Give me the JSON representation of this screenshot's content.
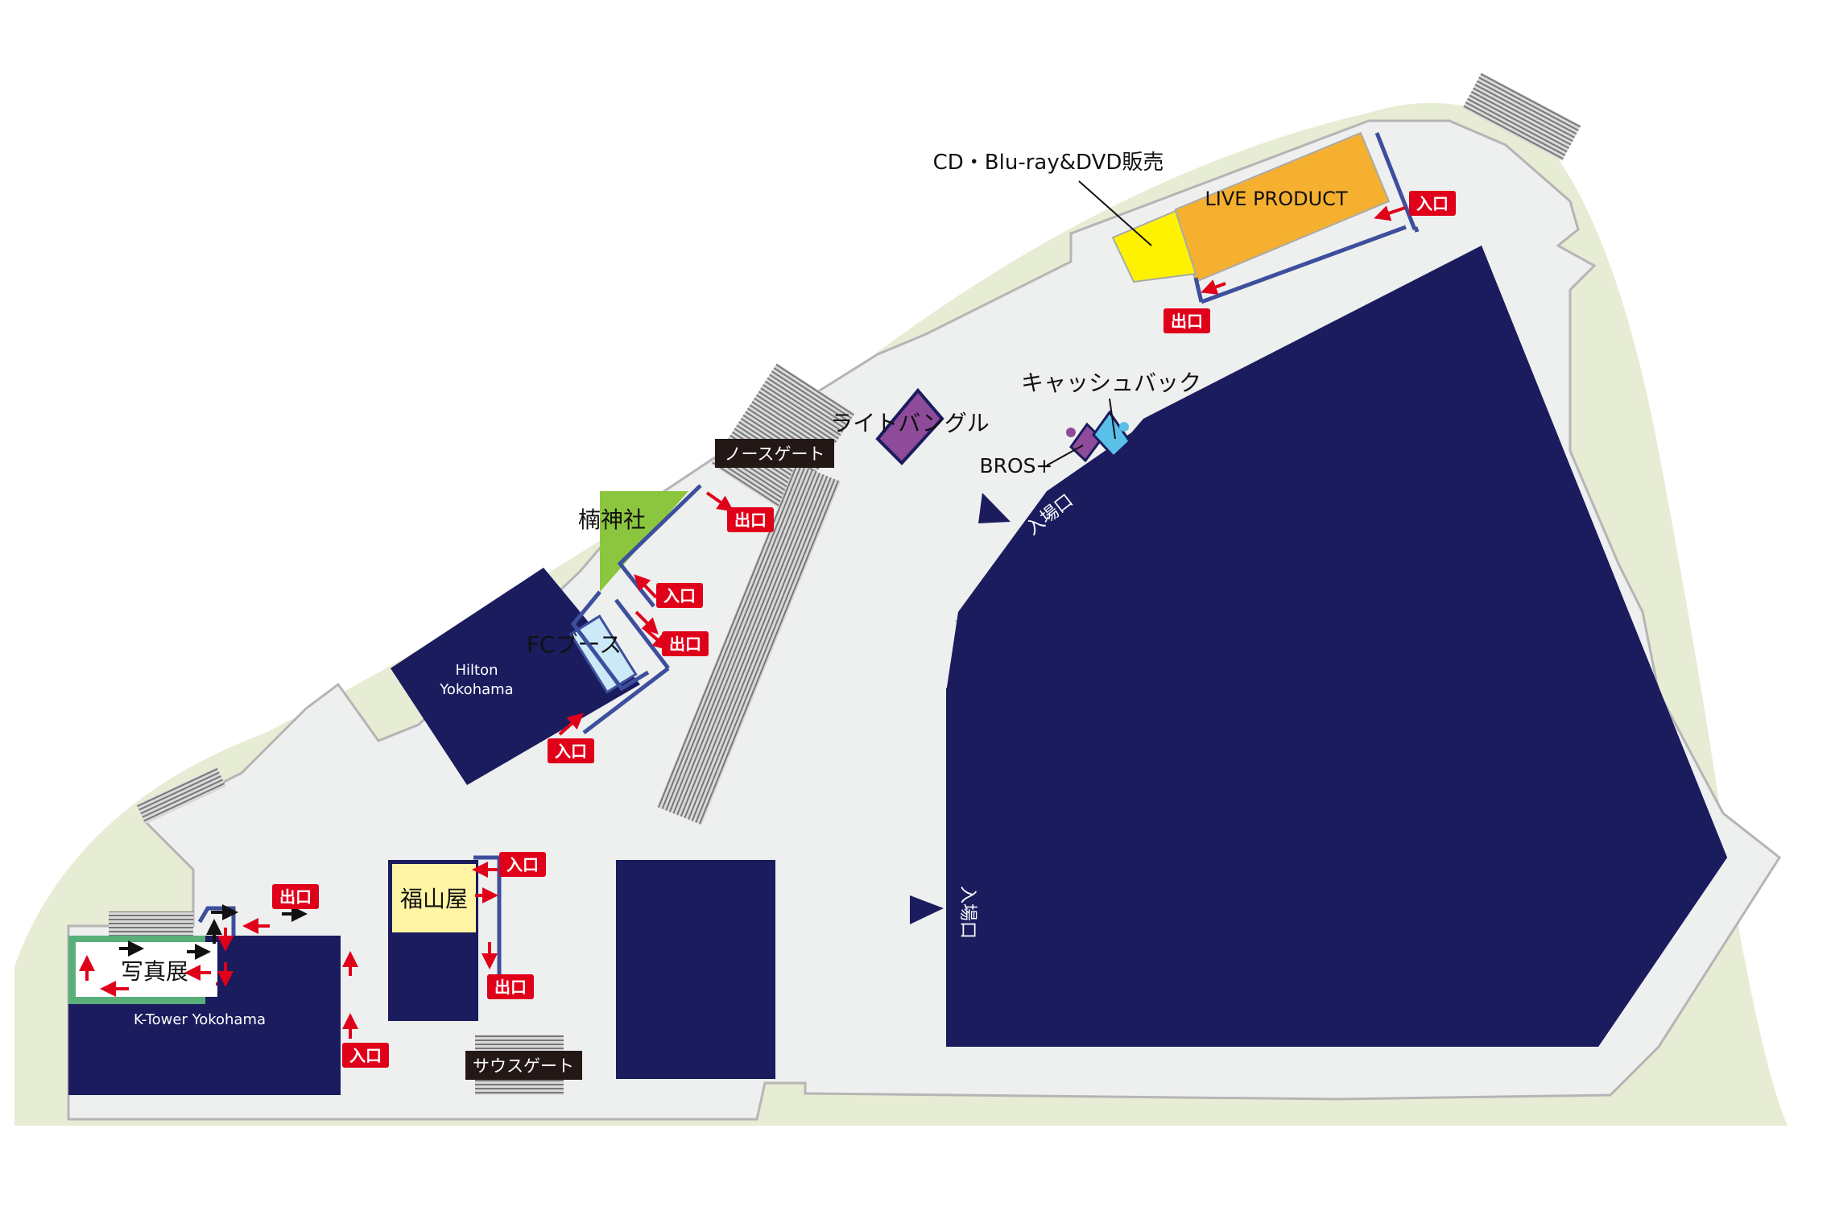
{
  "buildings": {
    "hilton": "Hilton Yokohama",
    "k_tower": "K-Tower Yokohama"
  },
  "booths": {
    "cd_bluray_dvd": "CD・Blu-ray&DVD販売",
    "live_product": "LIVE PRODUCT",
    "light_bangle": "ライトバングル",
    "cashback": "キャッシュバック",
    "bros_plus": "BROS+",
    "fc_booth": "FCブース",
    "fukuyamaya": "福山屋",
    "photo_exhibition": "写真展",
    "kusu_shrine": "楠神社"
  },
  "gates": {
    "north_gate": "ノースゲート",
    "south_gate": "サウスゲート"
  },
  "signs": {
    "entrance": "入口",
    "exit": "出口",
    "venue_entrance": "入場口"
  },
  "colors": {
    "venue": "#1a1c5e",
    "plaza": "#eeefef",
    "park": "#e7ecd4",
    "sign_red": "#e0001a",
    "queue_line": "#3d4f9c",
    "merch_orange": "#f6b030",
    "merch_yellow": "#fff200",
    "booth_purple": "#8e4b9a",
    "booth_cyan": "#5bc0e8",
    "shrine_green": "#8cc63f",
    "fukuyamaya_yellow": "#fff5a5",
    "photo_green": "#5aae7a"
  }
}
